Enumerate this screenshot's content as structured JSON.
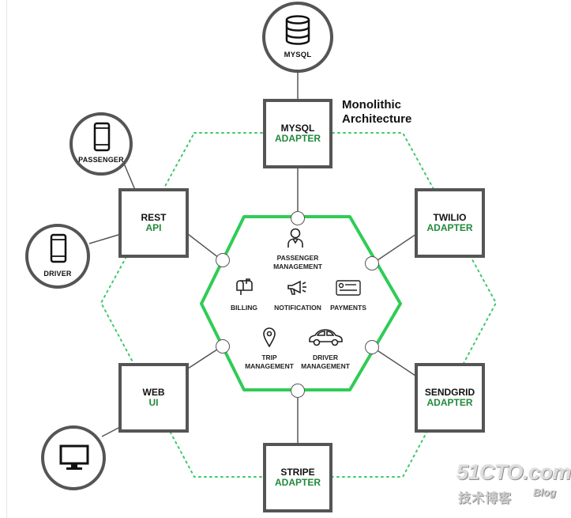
{
  "title": {
    "line1": "Monolithic",
    "line2": "Architecture"
  },
  "external": {
    "mysql_db": "MYSQL",
    "passenger": "PASSENGER",
    "driver": "DRIVER"
  },
  "adapters": {
    "mysql": {
      "line1": "MYSQL",
      "line2": "ADAPTER"
    },
    "rest": {
      "line1": "REST",
      "line2": "API"
    },
    "twilio": {
      "line1": "TWILIO",
      "line2": "ADAPTER"
    },
    "web": {
      "line1": "WEB",
      "line2": "UI"
    },
    "sendgrid": {
      "line1": "SENDGRID",
      "line2": "ADAPTER"
    },
    "stripe": {
      "line1": "STRIPE",
      "line2": "ADAPTER"
    }
  },
  "modules": {
    "passenger_mgmt": {
      "line1": "PASSENGER",
      "line2": "MANAGEMENT"
    },
    "billing": "BILLING",
    "notification": "NOTIFICATION",
    "payments": "PAYMENTS",
    "trip_mgmt": {
      "line1": "TRIP",
      "line2": "MANAGEMENT"
    },
    "driver_mgmt": {
      "line1": "DRIVER",
      "line2": "MANAGEMENT"
    }
  },
  "watermark": {
    "main": "51CTO.com",
    "sub": "技术博客",
    "blog": "Blog"
  },
  "colors": {
    "core_hex": "#2fcc55",
    "outer_dotted": "#3cc86a",
    "border": "#555555",
    "accent_text": "#1f8a3a"
  },
  "icons": [
    "database-icon",
    "smartphone-icon",
    "monitor-icon",
    "person-icon",
    "mailbox-icon",
    "megaphone-icon",
    "credit-card-icon",
    "map-pin-icon",
    "car-icon"
  ]
}
